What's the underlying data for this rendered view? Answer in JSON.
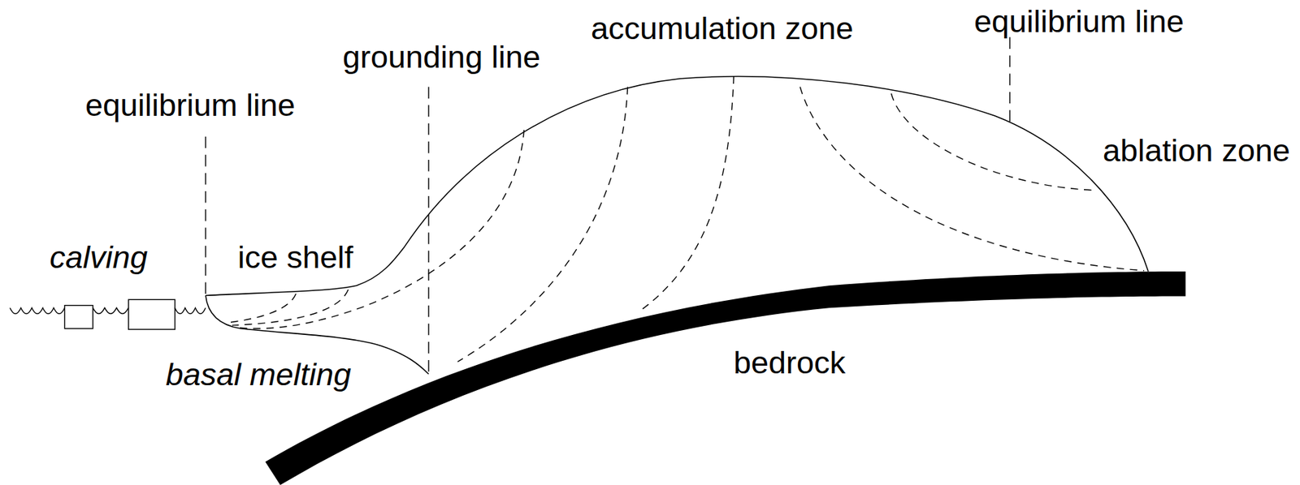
{
  "diagram": {
    "labels": [
      "accumulation zone",
      "equilibrium line",
      "grounding line",
      "equilibrium line",
      "ablation zone",
      "calving",
      "ice shelf",
      "basal melting",
      "bedrock"
    ]
  }
}
